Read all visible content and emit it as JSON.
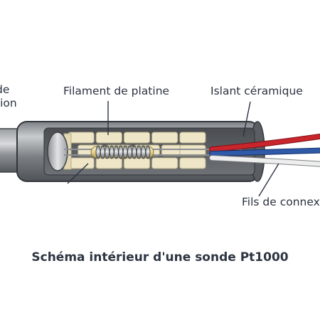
{
  "labels": {
    "left_line1": "de",
    "left_line2": "tion",
    "filament": "Filament de platine",
    "ceramic": "Islant céramique",
    "wires": "Fils de connex"
  },
  "caption": "Schéma intérieur d'une sonde Pt1000",
  "colors": {
    "wire_red": "#c9252c",
    "wire_blue": "#2f5aa8",
    "wire_white": "#eeeeee",
    "ceramic": "#efe6c8",
    "sheath": "#6f7478",
    "text": "#2b3240"
  },
  "ceramic_grid": {
    "rows": 3,
    "columns": 5
  },
  "coil_turns": 12
}
